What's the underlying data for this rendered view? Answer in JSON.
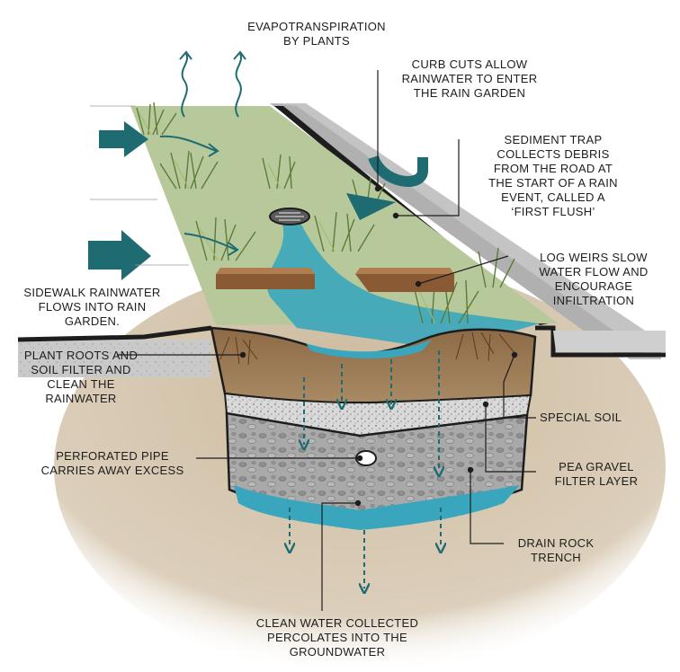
{
  "colors": {
    "water": "#3aa6bd",
    "arrow": "#1f6b72",
    "soil": "#9a7650",
    "grass": "#7d9a52",
    "ground": "#d6c6ad",
    "gravel": "#a3a3a3"
  },
  "labels": {
    "evapo": [
      "EVAPOTRANSPIRATION",
      "BY PLANTS"
    ],
    "curb": [
      "CURB CUTS ALLOW",
      "RAINWATER TO ENTER",
      "THE RAIN GARDEN"
    ],
    "sediment": [
      "SEDIMENT TRAP",
      "COLLECTS DEBRIS",
      "FROM THE ROAD AT",
      "THE START OF A RAIN",
      "EVENT, CALLED A",
      "‘FIRST FLUSH’"
    ],
    "log": [
      "LOG WEIRS SLOW",
      "WATER FLOW AND",
      "ENCOURAGE",
      "INFILTRATION"
    ],
    "sidewalk": [
      "SIDEWALK RAINWATER",
      "FLOWS INTO RAIN",
      "GARDEN."
    ],
    "roots": [
      "PLANT ROOTS AND",
      "SOIL FILTER AND",
      "CLEAN THE",
      "RAINWATER"
    ],
    "special_soil": [
      "SPECIAL SOIL"
    ],
    "pipe": [
      "PERFORATED PIPE",
      "CARRIES AWAY EXCESS"
    ],
    "pea_gravel": [
      "PEA GRAVEL",
      "FILTER LAYER"
    ],
    "drain_rock": [
      "DRAIN ROCK",
      "TRENCH"
    ],
    "clean_water": [
      "CLEAN WATER COLLECTED",
      "PERCOLATES INTO THE",
      "GROUNDWATER"
    ]
  }
}
